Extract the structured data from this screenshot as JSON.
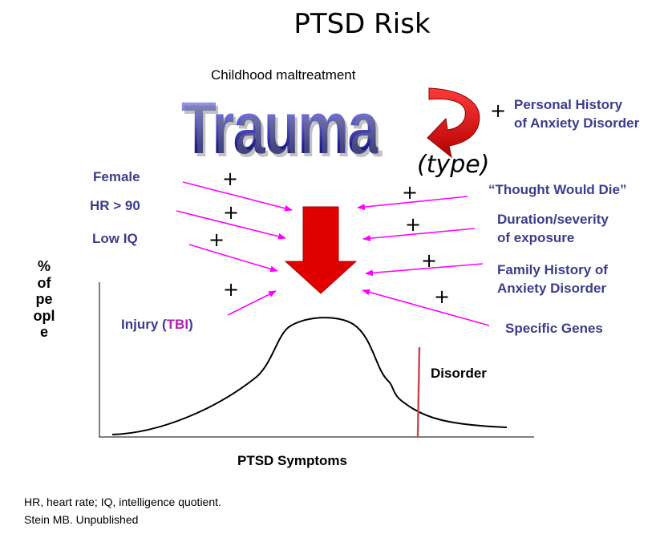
{
  "title": "PTSD Risk",
  "subtitle": "Childhood maltreatment",
  "center_word": "Trauma",
  "type_label": "(type)",
  "plus_sign": "+",
  "left_factors": [
    "Female",
    "HR > 90",
    "Low IQ"
  ],
  "injury": {
    "prefix": "Injury (",
    "highlight": "TBI",
    "suffix": ")"
  },
  "right_factors": {
    "personal_history": [
      "Personal History",
      "of Anxiety Disorder"
    ],
    "thought_would_die": "“Thought Would Die”",
    "duration": [
      "Duration/severity",
      "of exposure"
    ],
    "family_history": [
      "Family History of",
      "Anxiety Disorder"
    ],
    "genes": "Specific Genes"
  },
  "y_axis_label": "% of people",
  "x_axis_label": "PTSD Symptoms",
  "disorder_label": "Disorder",
  "footnotes": [
    "HR, heart rate; IQ, intelligence quotient.",
    "Stein MB. Unpublished"
  ],
  "colors": {
    "arrow_red": "#e00000",
    "connector_magenta": "#ff00ff",
    "factor_text": "#3c3c8c",
    "threshold_line": "#c0504d"
  }
}
